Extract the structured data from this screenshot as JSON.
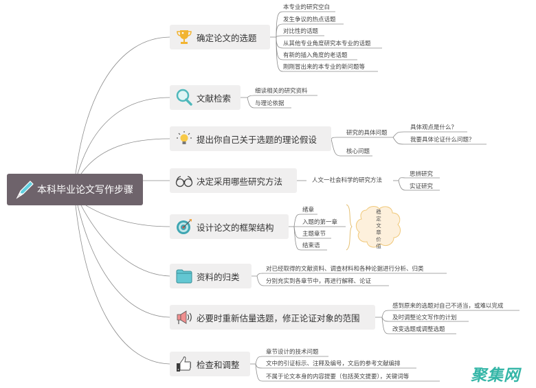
{
  "root": {
    "label": "本科毕业论文写作步骤",
    "icon": "fountain-pen-icon"
  },
  "colors": {
    "root_bg": "#6e636b",
    "node_bg": "#f0efef",
    "line": "#8a8a8a",
    "trophy": "#f2b431",
    "search": "#5cc8c9",
    "bulb": "#f7c948",
    "target": "#3fa6b2",
    "folder": "#63c7d2",
    "megaphone": "#f08f8f",
    "cloud_fill": "#fdf0dc",
    "cloud_stroke": "#f0c879",
    "watermark": "#2bb3a3"
  },
  "branches": [
    {
      "label": "确定论文的选题",
      "icon": "trophy-icon",
      "children": [
        "本专业的研究空白",
        "发生争议的热点话题",
        "对比性的话题",
        "从其他专业角度研究本专业的话题",
        "有新的插入角度的老话题",
        "刚刚冒出来的本专业的新问题等"
      ]
    },
    {
      "label": "文献检索",
      "icon": "magnifier-icon",
      "children": [
        "细读相关的研究资料",
        "与理论依据"
      ]
    },
    {
      "label": "提出你自己关于选题的理论假设",
      "icon": "lightbulb-icon",
      "children": [
        {
          "label": "研究的具体问题",
          "children": [
            "具体观点是什么？",
            "我要具体论证什么问题？"
          ]
        },
        {
          "label": "核心问题"
        }
      ]
    },
    {
      "label": "决定采用哪些研究方法",
      "icon": "glasses-icon",
      "children": [
        {
          "label": "人文一社会科学的研究方法",
          "children": [
            "思辨研究",
            "实证研究"
          ]
        }
      ]
    },
    {
      "label": "设计论文的框架结构",
      "icon": "target-icon",
      "children": [
        "绪章",
        "入题的第一章",
        "主题章节",
        "结束语"
      ],
      "summary": "稳定文章价值"
    },
    {
      "label": "资料的归类",
      "icon": "folder-icon",
      "children": [
        "对已经取得的文献资料、调查材料和各种论据进行分析、归类",
        "分别充实到各章节中，再进行解释、论证"
      ]
    },
    {
      "label": "必要时重新估量选题，修正论证对象的范围",
      "icon": "megaphone-icon",
      "children": [
        "感到原来的选题对自己不适当，或难以完成",
        "及时调整论文写作的计划",
        "改变选题或调整选题"
      ]
    },
    {
      "label": "检查和调整",
      "icon": "thumbs-up-icon",
      "children": [
        "章节设计的技术问题",
        "文中的引证标示、注释及编号，文后的参考文献编排",
        "不属于论文本身的内容提要（包括英文提要），关键词等"
      ]
    }
  ],
  "watermark": "聚集网"
}
